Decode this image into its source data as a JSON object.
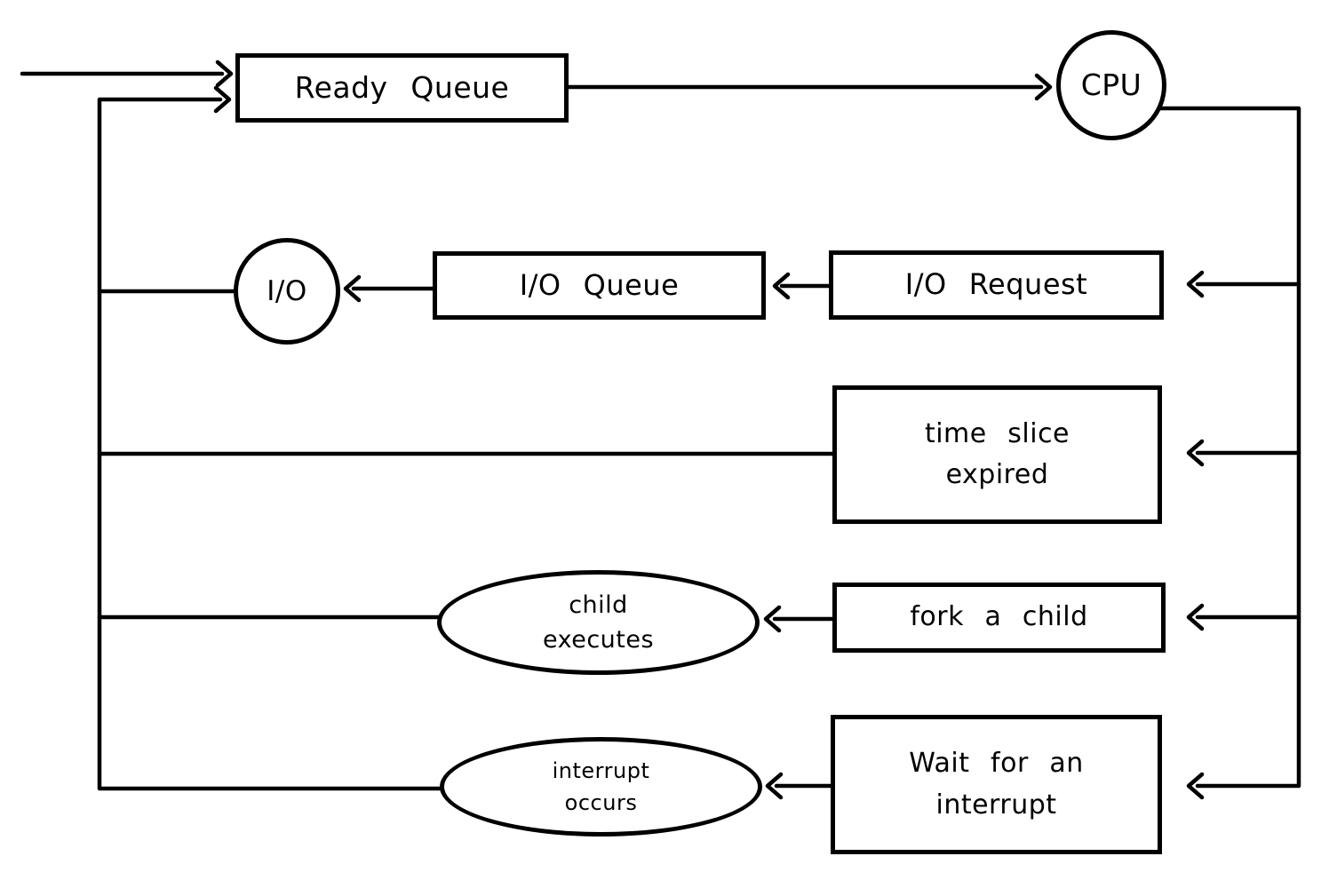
{
  "diagram": {
    "type": "flow-diagram",
    "topic": "CPU process scheduling queueing diagram",
    "colors": {
      "stroke": "#000000",
      "background": "#ffffff",
      "text": "#000000"
    },
    "nodes": {
      "ready_queue": {
        "shape": "rect",
        "lines": [
          "Ready Queue"
        ]
      },
      "cpu": {
        "shape": "circle",
        "lines": [
          "CPU"
        ]
      },
      "io": {
        "shape": "circle",
        "lines": [
          "I/O"
        ]
      },
      "io_queue": {
        "shape": "rect",
        "lines": [
          "I/O Queue"
        ]
      },
      "io_request": {
        "shape": "rect",
        "lines": [
          "I/O Request"
        ]
      },
      "time_slice": {
        "shape": "rect",
        "lines": [
          "time slice",
          "expired"
        ]
      },
      "child_executes": {
        "shape": "ellipse",
        "lines": [
          "child",
          "executes"
        ]
      },
      "fork_child": {
        "shape": "rect",
        "lines": [
          "fork a child"
        ]
      },
      "interrupt_occurs": {
        "shape": "ellipse",
        "lines": [
          "interrupt",
          "occurs"
        ]
      },
      "wait_interrupt": {
        "shape": "rect",
        "lines": [
          "Wait for an",
          "interrupt"
        ]
      }
    },
    "edges": [
      {
        "from": "entry",
        "to": "ready_queue",
        "arrow": true
      },
      {
        "from": "ready_queue",
        "to": "cpu",
        "arrow": true
      },
      {
        "from": "cpu",
        "to": "io_request",
        "arrow": true
      },
      {
        "from": "io_request",
        "to": "io_queue",
        "arrow": true
      },
      {
        "from": "io_queue",
        "to": "io",
        "arrow": true
      },
      {
        "from": "io",
        "to": "ready_queue",
        "arrow": true
      },
      {
        "from": "cpu",
        "to": "time_slice",
        "arrow": true
      },
      {
        "from": "time_slice",
        "to": "ready_queue",
        "arrow": true
      },
      {
        "from": "cpu",
        "to": "fork_child",
        "arrow": true
      },
      {
        "from": "fork_child",
        "to": "child_executes",
        "arrow": true
      },
      {
        "from": "child_executes",
        "to": "ready_queue",
        "arrow": true
      },
      {
        "from": "cpu",
        "to": "wait_interrupt",
        "arrow": true
      },
      {
        "from": "wait_interrupt",
        "to": "interrupt_occurs",
        "arrow": true
      },
      {
        "from": "interrupt_occurs",
        "to": "ready_queue",
        "arrow": true
      }
    ]
  }
}
